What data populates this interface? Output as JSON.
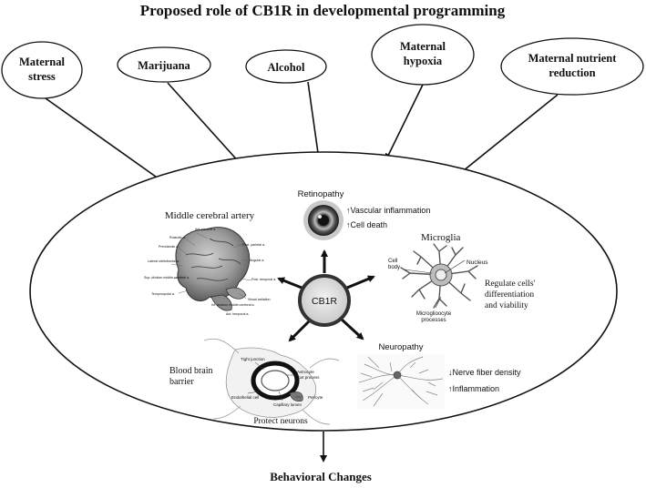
{
  "title": "Proposed role of CB1R in developmental programming",
  "factors": [
    {
      "line1": "Maternal",
      "line2": "stress"
    },
    {
      "line1": "Marijuana",
      "line2": ""
    },
    {
      "line1": "Alcohol",
      "line2": ""
    },
    {
      "line1": "Maternal",
      "line2": "hypoxia"
    },
    {
      "line1": "Maternal nutrient",
      "line2": "reduction"
    }
  ],
  "center": {
    "label": "CB1R"
  },
  "brain": {
    "title": "Middle cerebral artery",
    "labels": [
      "Ant. parietal a.",
      "Rolandic a.",
      "Prerolandic a.",
      "Lateral orbitofrontal a.",
      "Sup. division middle cerebral a.",
      "Temporopolar a.",
      "Post. parietal a.",
      "Angular a.",
      "Post. temporal a.",
      "Visual radiation",
      "Inf. division middle cerebral a.",
      "Ant. temporal a."
    ]
  },
  "retinopathy": {
    "title": "Retinopathy",
    "line1": "↑Vascular inflammation",
    "line2": "↑Cell death"
  },
  "microglia": {
    "title": "Microglia",
    "cell_body": "Cell body",
    "cell_body_l1": "Cell",
    "cell_body_l2": "body",
    "nucleus": "Nucleus",
    "processes_l1": "Microglioocyte",
    "processes_l2": "processes",
    "regulate_l1": "Regulate cells'",
    "regulate_l2": "differentiation",
    "regulate_l3": "and viability"
  },
  "bbb": {
    "title_l1": "Blood brain",
    "title_l2": "barrier",
    "tight_junction": "Tight junction",
    "astrocyte_l1": "Astrocyte",
    "astrocyte_l2": "foot process",
    "pericyte": "Pericyte",
    "endothelial": "Endothelial cell",
    "capillary": "Capillary lumen",
    "protect": "Protect neurons"
  },
  "neuropathy": {
    "title": "Neuropathy",
    "line1": "↓Nerve fiber density",
    "line2": "↑Inflammation"
  },
  "outcome": "Behavioral Changes"
}
